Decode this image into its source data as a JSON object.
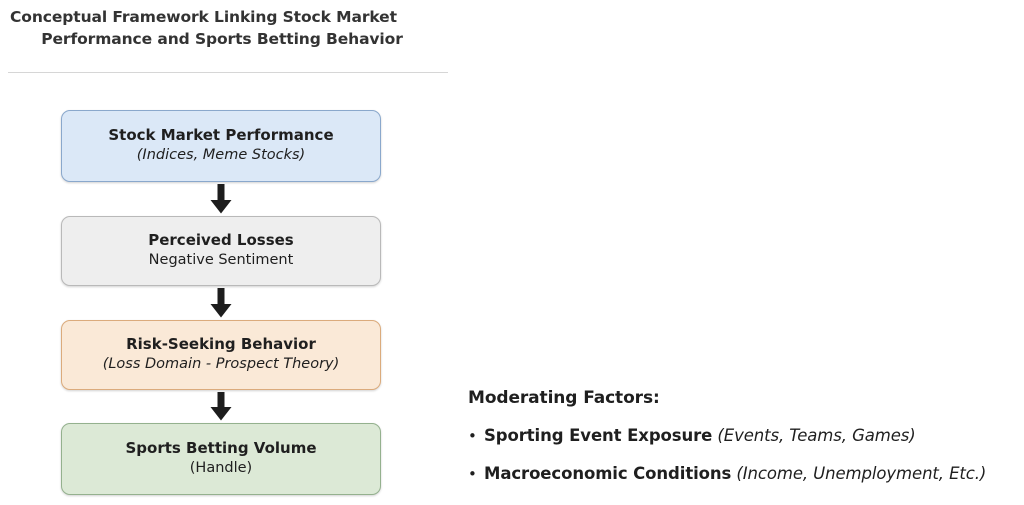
{
  "title": {
    "line1": "Conceptual Framework Linking Stock Market",
    "line2_bold": "Performance",
    "line2_rest": " and Sports Betting Behavior"
  },
  "flow": {
    "nodes": [
      {
        "id": "stock-market-performance",
        "line1": "Stock Market Performance",
        "line2": "(Indices, Meme Stocks)",
        "line2_italic": true,
        "fill": "#dbe8f7",
        "border": "#8aa8cc"
      },
      {
        "id": "perceived-losses",
        "line1": "Perceived Losses",
        "line2": "Negative Sentiment",
        "line2_italic": false,
        "fill": "#eeeeee",
        "border": "#b9b9b9"
      },
      {
        "id": "risk-seeking-behavior",
        "line1": "Risk-Seeking Behavior",
        "line2": "(Loss Domain - Prospect Theory)",
        "line2_italic": true,
        "fill": "#fae9d7",
        "border": "#dbab7c"
      },
      {
        "id": "sports-betting-volume",
        "line1": "Sports Betting Volume",
        "line2": "(Handle)",
        "line2_italic": false,
        "fill": "#dce9d6",
        "border": "#94b18e"
      }
    ],
    "arrow_color": "#1d1d1d",
    "arrow_count": 3
  },
  "moderating": {
    "heading": "Moderating Factors:",
    "bullet_glyph": "•",
    "items": [
      {
        "lead": "Sporting Event Exposure",
        "paren": " (Events, Teams, Games)"
      },
      {
        "lead": "Macroeconomic Conditions",
        "paren": " (Income, Unemployment, Etc.)"
      }
    ]
  }
}
